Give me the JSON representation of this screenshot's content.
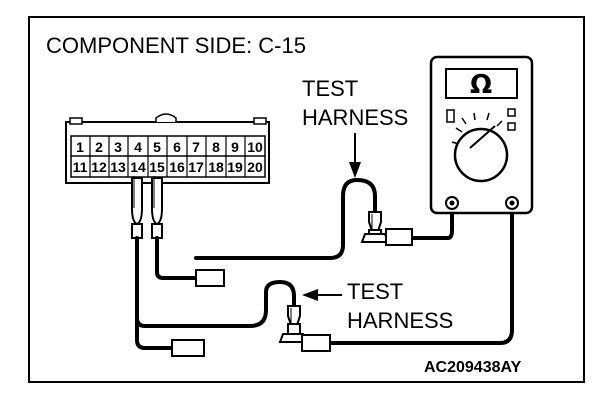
{
  "title": "COMPONENT SIDE: C-15",
  "test_harness_upper": [
    "TEST",
    "HARNESS"
  ],
  "test_harness_lower": [
    "TEST",
    "HARNESS"
  ],
  "connector": {
    "top_row": [
      "1",
      "2",
      "3",
      "4",
      "5",
      "6",
      "7",
      "8",
      "9",
      "10"
    ],
    "bottom_row": [
      "11",
      "12",
      "13",
      "14",
      "15",
      "16",
      "17",
      "18",
      "19",
      "20"
    ]
  },
  "meter": {
    "unit_symbol": "Ω"
  },
  "figure_code": "AC209438AY"
}
